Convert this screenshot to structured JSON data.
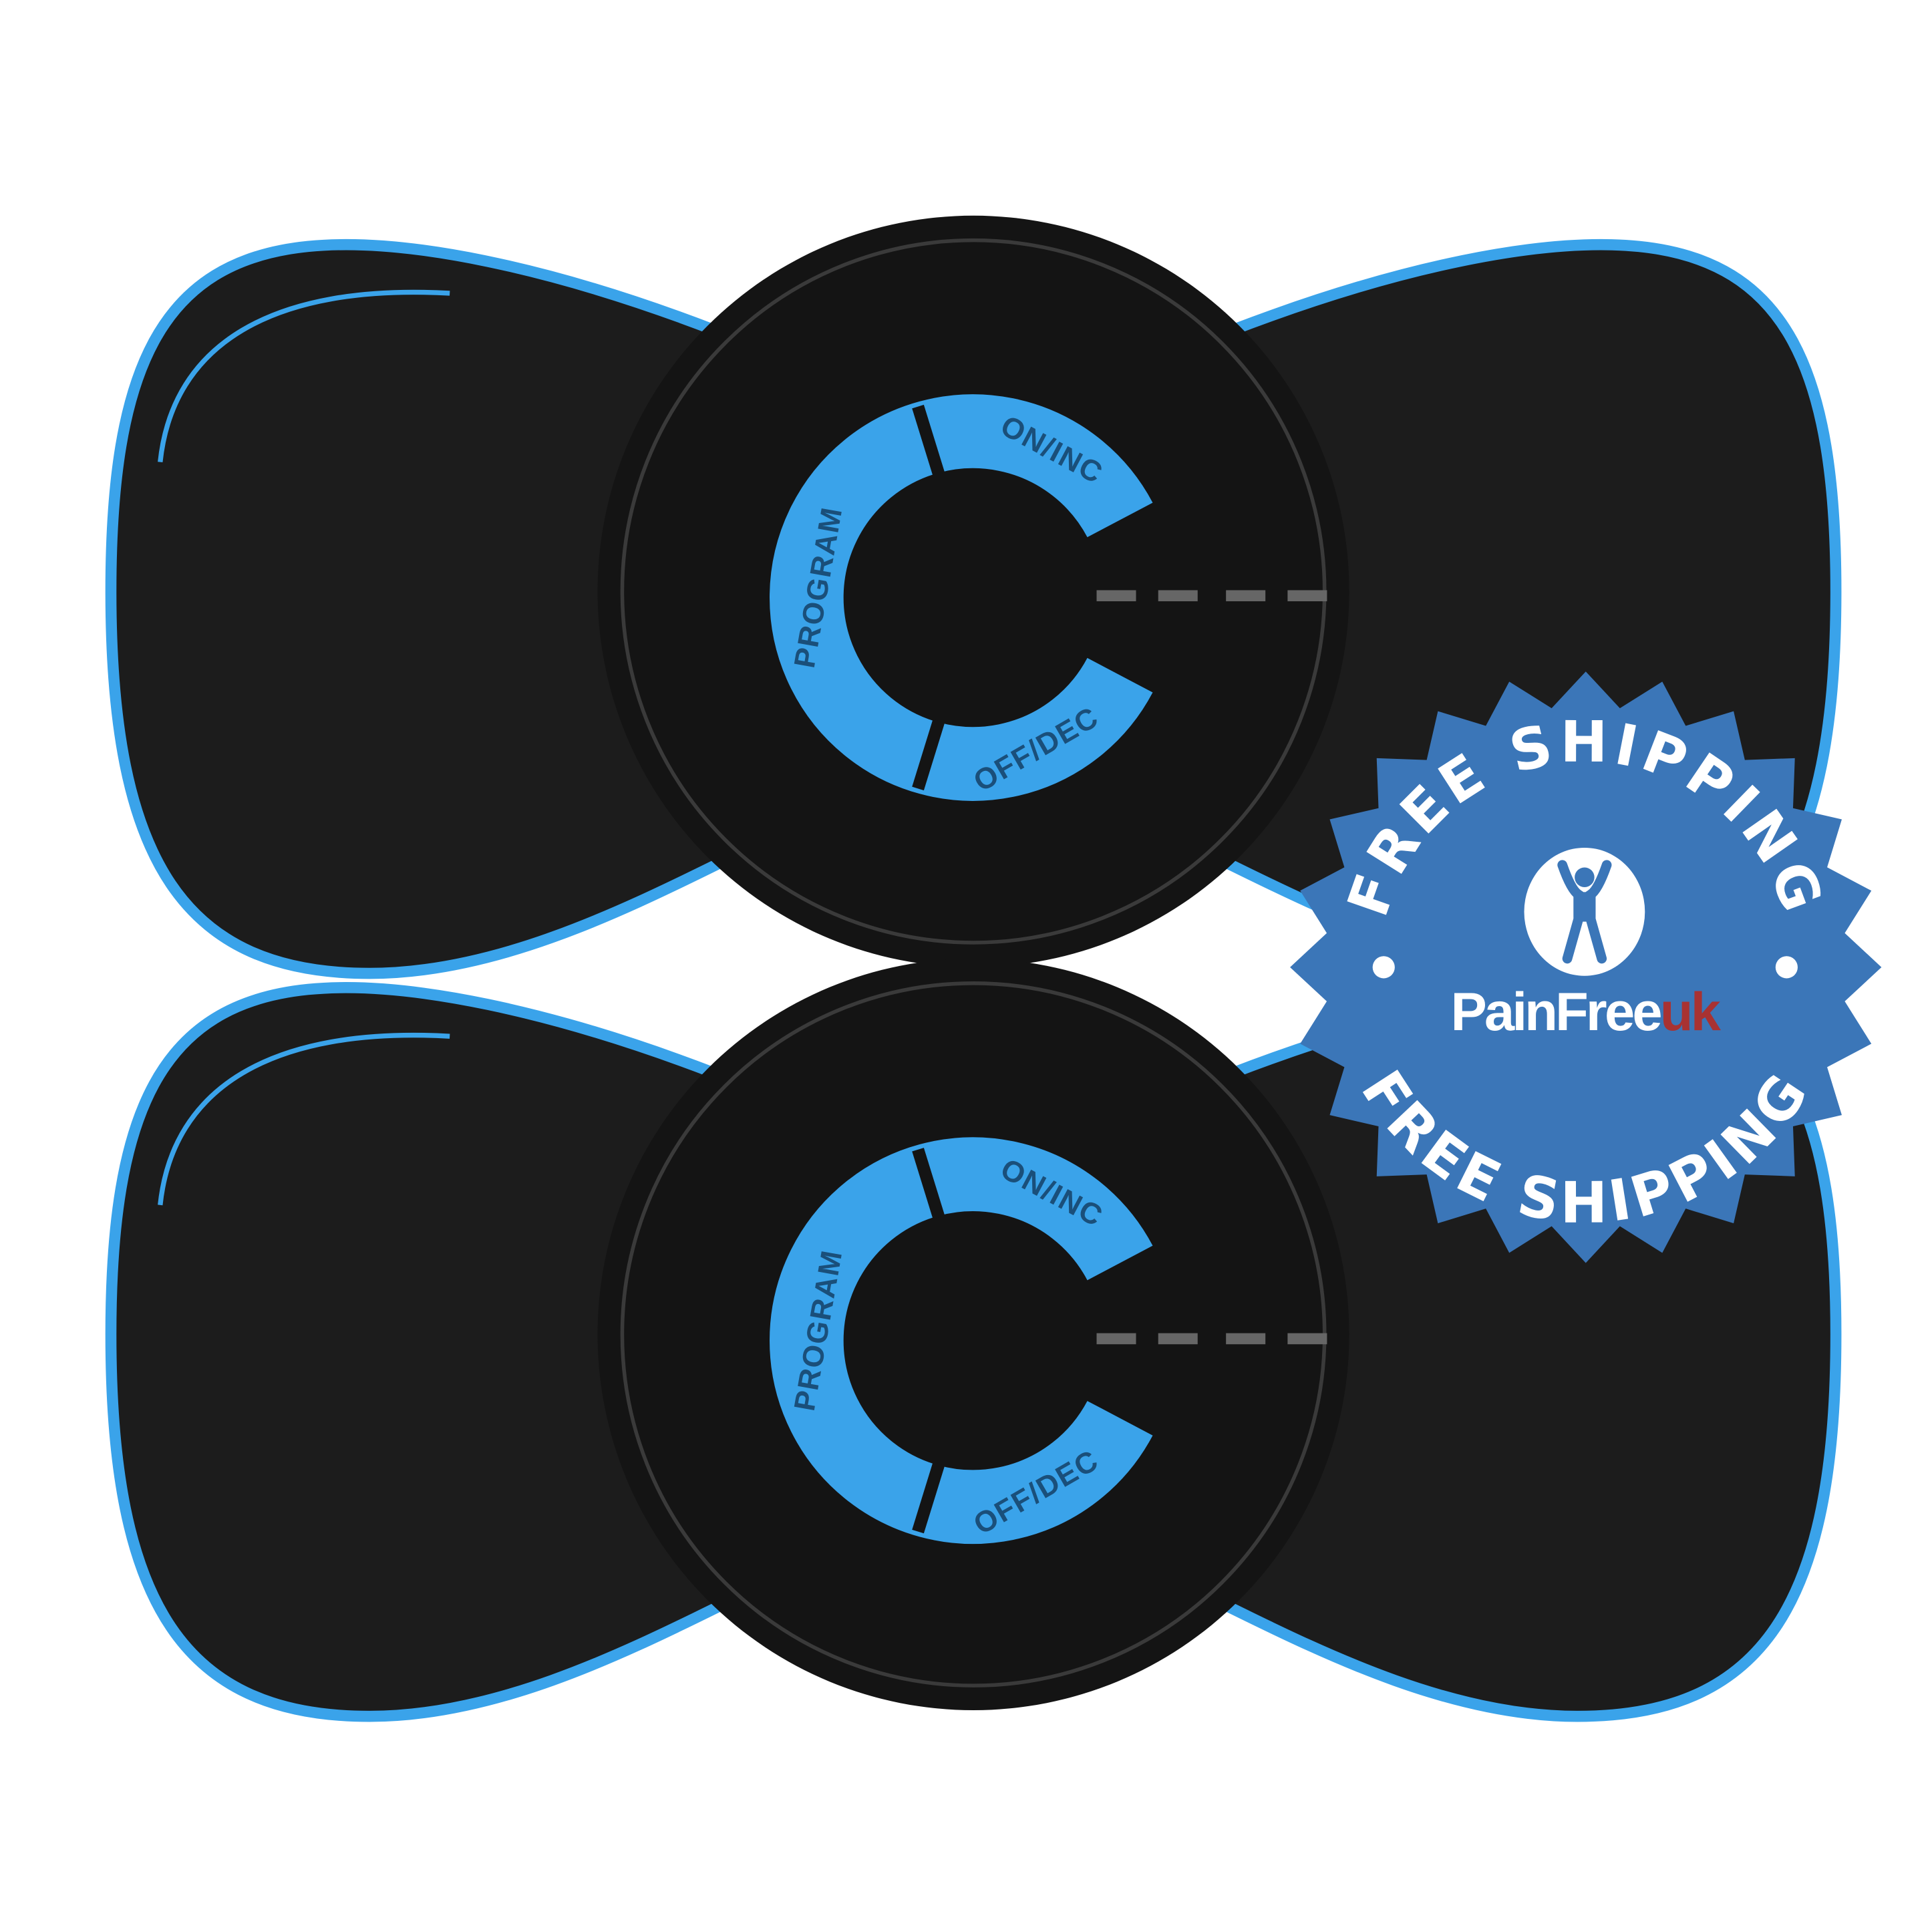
{
  "product": {
    "device_count": 2,
    "buttons": {
      "on_inc": "ON/INC",
      "off_dec": "OFF/DEC",
      "program": "PROGRAM"
    }
  },
  "badge": {
    "top_text": "FREE SHIPPING",
    "bottom_text": "FREE SHIPPING",
    "brand_main": "PainFree",
    "brand_suffix": "uk"
  },
  "colors": {
    "device_body": "#1c1c1c",
    "device_accent": "#3aa3ea",
    "badge_blue": "#3b76b8",
    "brand_red": "#a83232"
  }
}
